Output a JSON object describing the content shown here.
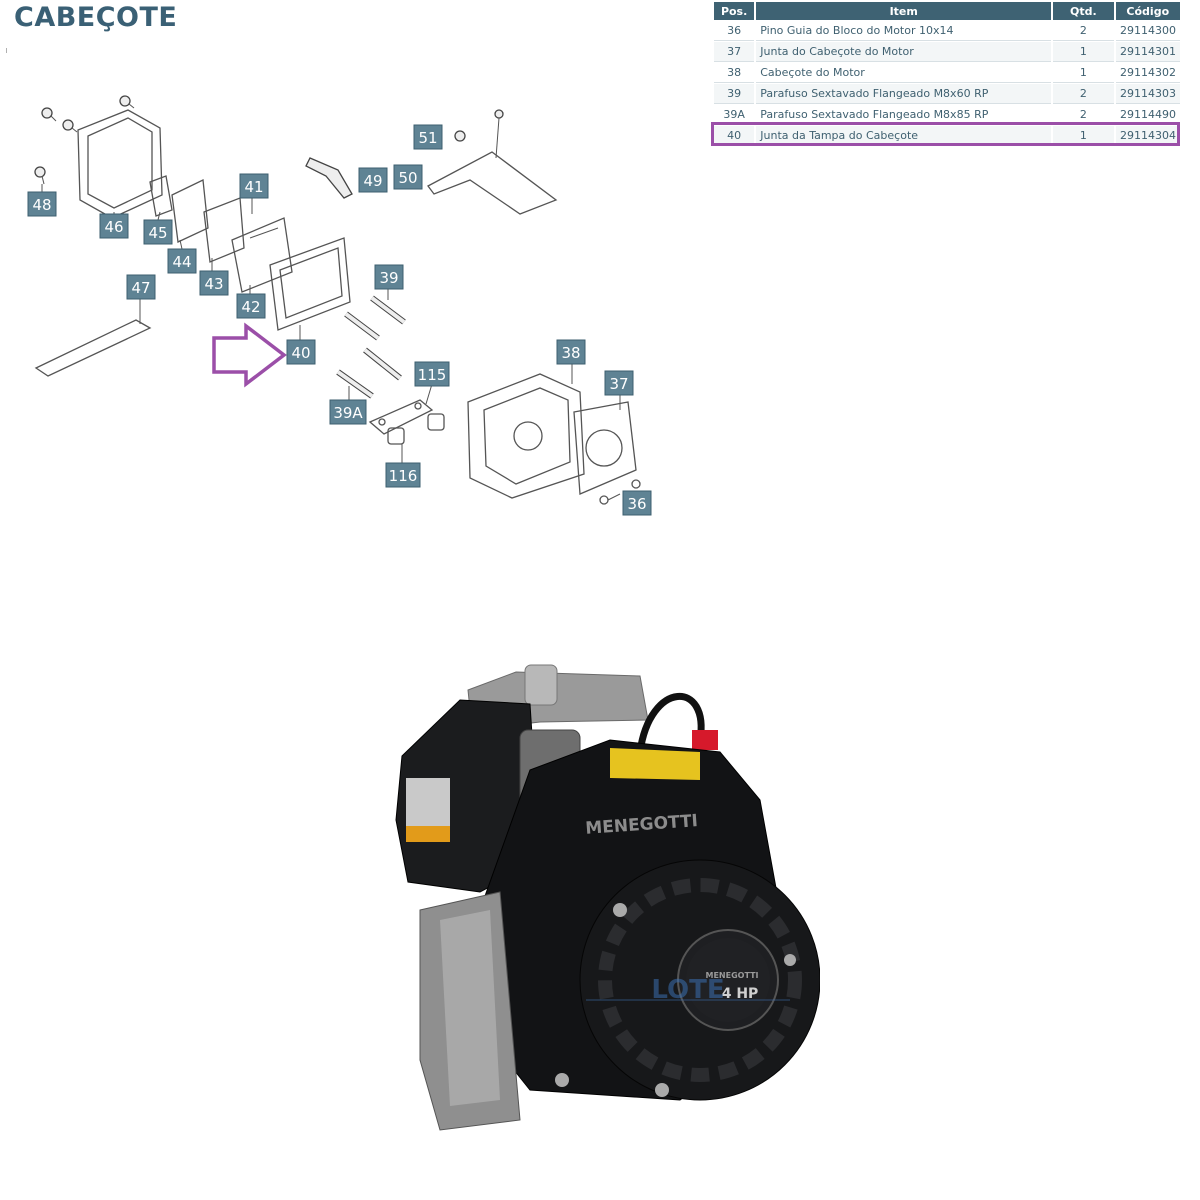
{
  "title": "CABEÇOTE",
  "table": {
    "headers": {
      "pos": "Pos.",
      "item": "Item",
      "qtd": "Qtd.",
      "codigo": "Código"
    },
    "rows": [
      {
        "pos": "36",
        "item": "Pino Guia do Bloco do Motor 10x14",
        "qtd": "2",
        "codigo": "29114300"
      },
      {
        "pos": "37",
        "item": "Junta do Cabeçote do Motor",
        "qtd": "1",
        "codigo": "29114301"
      },
      {
        "pos": "38",
        "item": "Cabeçote do Motor",
        "qtd": "1",
        "codigo": "29114302"
      },
      {
        "pos": "39",
        "item": "Parafuso Sextavado Flangeado M8x60 RP",
        "qtd": "2",
        "codigo": "29114303"
      },
      {
        "pos": "39A",
        "item": "Parafuso Sextavado Flangeado M8x85 RP",
        "qtd": "2",
        "codigo": "29114490"
      },
      {
        "pos": "40",
        "item": "Junta da Tampa do Cabeçote",
        "qtd": "1",
        "codigo": "29114304"
      }
    ],
    "highlighted_pos": "40"
  },
  "diagram": {
    "labels": {
      "l48": "48",
      "l46": "46",
      "l45": "45",
      "l44": "44",
      "l43": "43",
      "l42": "42",
      "l41": "41",
      "l47": "47",
      "l40": "40",
      "l49": "49",
      "l50": "50",
      "l51": "51",
      "l39": "39",
      "l39a": "39A",
      "l115": "115",
      "l116": "116",
      "l38": "38",
      "l37": "37",
      "l36": "36"
    },
    "arrow_color": "#9b4fa8"
  },
  "engine": {
    "brand": "MENEGOTTI",
    "badge": "4 HP",
    "badge_brand": "MENEGOTTI",
    "watermark": "LOTE"
  },
  "colors": {
    "title": "#3a6075",
    "table_header": "#3e6273",
    "label_bg": "#5f8394",
    "highlight": "#9b4fa8"
  }
}
